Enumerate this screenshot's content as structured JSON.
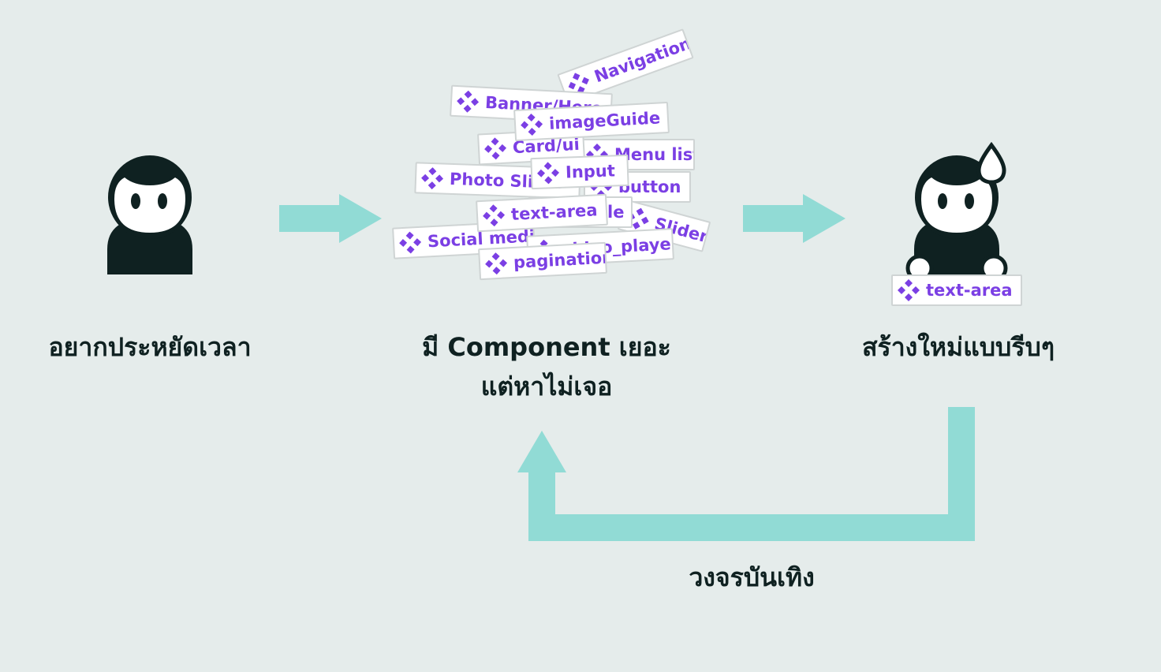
{
  "colors": {
    "background": "#e5eceb",
    "arrow": "#91dbd5",
    "figure": "#0f2121",
    "chip_text": "#7b3fe4",
    "chip_icon": "#7b3fe4",
    "chip_border": "#cfd4d4"
  },
  "chip_icon_name": "component-icon",
  "steps": [
    {
      "lines": [
        "อยากประหยัดเวลา"
      ]
    },
    {
      "lines": [
        "มี Component เยอะ",
        "แต่หาไม่เจอ"
      ]
    },
    {
      "lines": [
        "สร้างใหม่แบบรีบๆ"
      ]
    }
  ],
  "loop_label": "วงจรบันเทิง",
  "components": [
    "Navigation bar",
    "Banner/Hero",
    "Menu list",
    "Card/ui",
    "Photo Slider",
    "button",
    "Slider",
    "Social media",
    "video_player",
    "Toggle",
    "imageGuide",
    "Input",
    "text-area",
    "pagination"
  ],
  "selected_component": "text-area"
}
